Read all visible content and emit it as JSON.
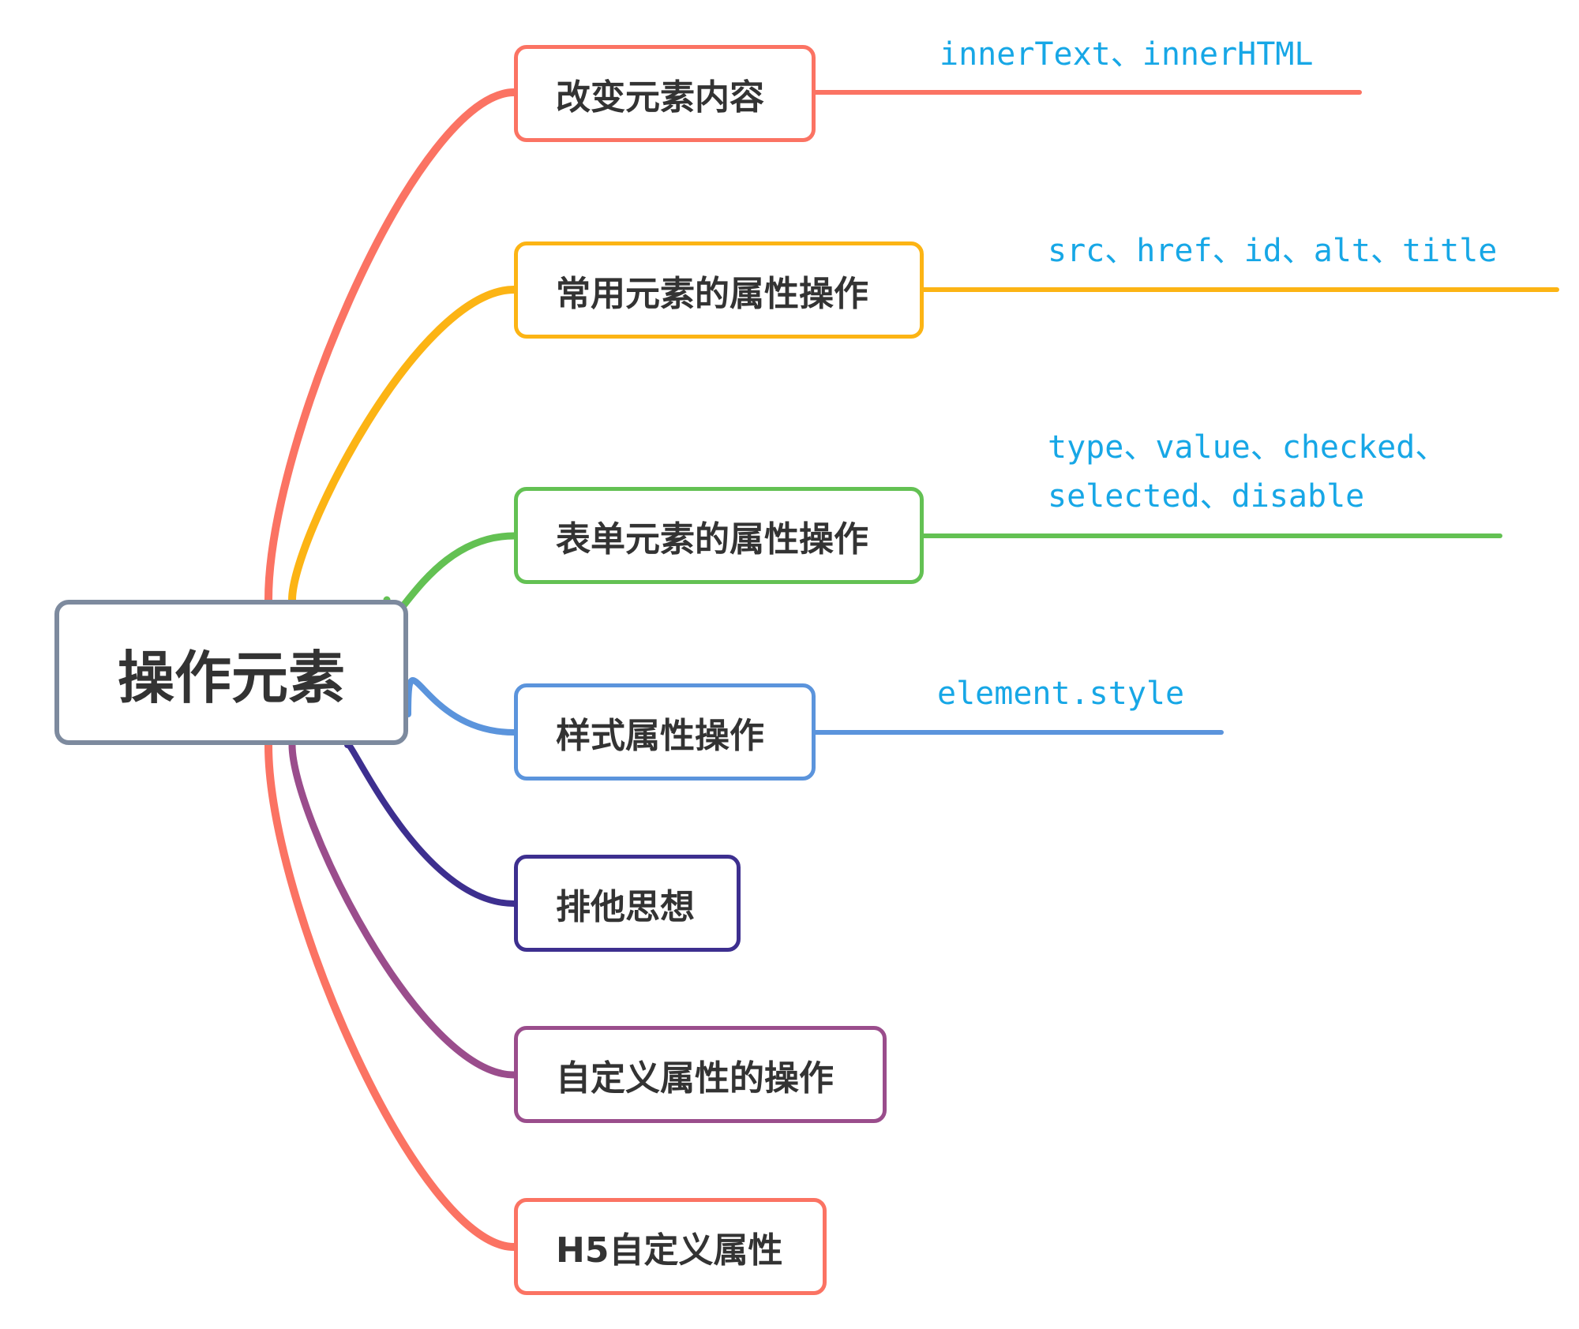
{
  "root": {
    "label": "操作元素",
    "color": "#7d8a9e"
  },
  "branches": [
    {
      "label": "改变元素内容",
      "color": "#fb7363",
      "notes": [
        "innerText、innerHTML"
      ]
    },
    {
      "label": "常用元素的属性操作",
      "color": "#fcb414",
      "notes": [
        "src、href、id、alt、title"
      ]
    },
    {
      "label": "表单元素的属性操作",
      "color": "#63c153",
      "notes": [
        "type、value、checked、",
        "selected、disable"
      ]
    },
    {
      "label": "样式属性操作",
      "color": "#5b94dc",
      "notes": [
        "element.style"
      ]
    },
    {
      "label": "排他思想",
      "color": "#3d2f8f",
      "notes": []
    },
    {
      "label": "自定义属性的操作",
      "color": "#9a4d8c",
      "notes": []
    },
    {
      "label": "H5自定义属性",
      "color": "#fb7363",
      "notes": []
    }
  ]
}
